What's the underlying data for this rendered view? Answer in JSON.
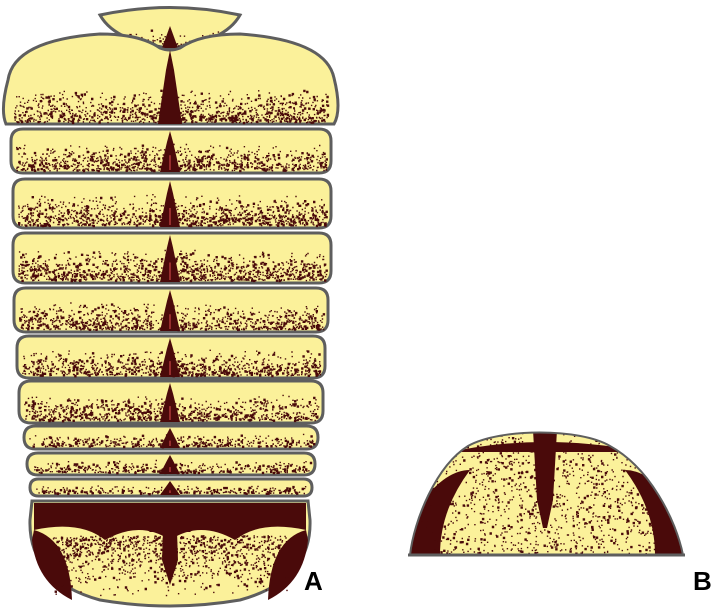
{
  "figure": {
    "panels": [
      {
        "id": "A",
        "label": "A",
        "view": "dorsal"
      },
      {
        "id": "B",
        "label": "B",
        "view": "cross-section"
      }
    ],
    "colors": {
      "background": "#ffffff",
      "body_fill": "#fbf19a",
      "pigment": "#4a0a0a",
      "outline": "#5e5e5e",
      "outline_inner": "#ffffff",
      "midline_highlight": "#e05050"
    }
  }
}
